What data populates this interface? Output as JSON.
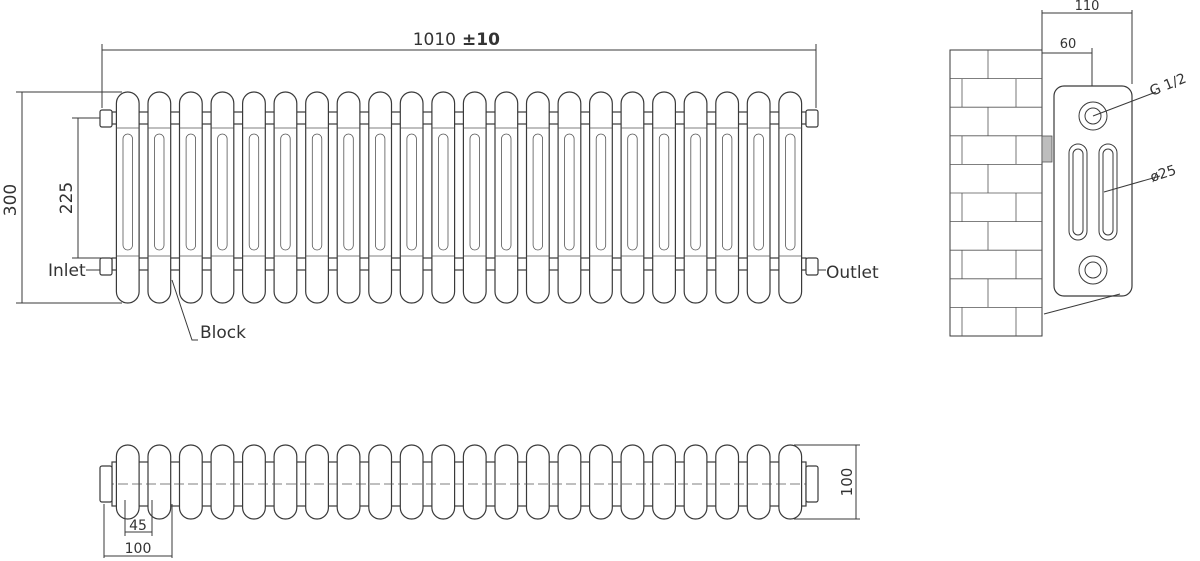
{
  "front_view": {
    "width_label": "1010",
    "tolerance_label": "±10",
    "height_label": "300",
    "centers_label": "225",
    "inlet_label": "Inlet",
    "outlet_label": "Outlet",
    "block_label": "Block",
    "section_count": 22
  },
  "side_view": {
    "depth_label": "110",
    "wall_offset_label": "60",
    "thread_label": "G 1/2",
    "tube_label": "ø25"
  },
  "top_view": {
    "depth_label": "100",
    "offset_label": "45",
    "bracket_label": "100",
    "section_count": 22
  },
  "colors": {
    "line": "#3a3a3a",
    "text": "#333333",
    "wall_spacer": "#bdbdbd"
  }
}
